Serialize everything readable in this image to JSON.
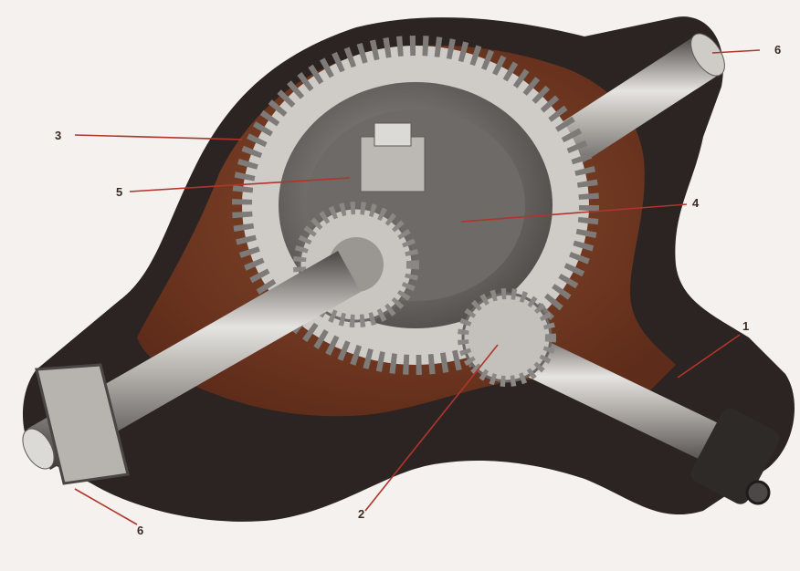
{
  "colors": {
    "background": "#f4f1ee",
    "housing_interior": "#7a3b24",
    "housing_dark": "#2b2422",
    "metal_light": "#d8d6d2",
    "metal_mid": "#a6a3a0",
    "metal_dark": "#5c5957",
    "leader_line": "#b0352c"
  },
  "icons": [
    "differential-cutaway-illustration"
  ],
  "callouts": [
    {
      "id": "c6_top",
      "label": "6"
    },
    {
      "id": "c3",
      "label": "3"
    },
    {
      "id": "c5",
      "label": "5"
    },
    {
      "id": "c4",
      "label": "4"
    },
    {
      "id": "c1",
      "label": "1"
    },
    {
      "id": "c2",
      "label": "2"
    },
    {
      "id": "c6_bottom",
      "label": "6"
    }
  ]
}
